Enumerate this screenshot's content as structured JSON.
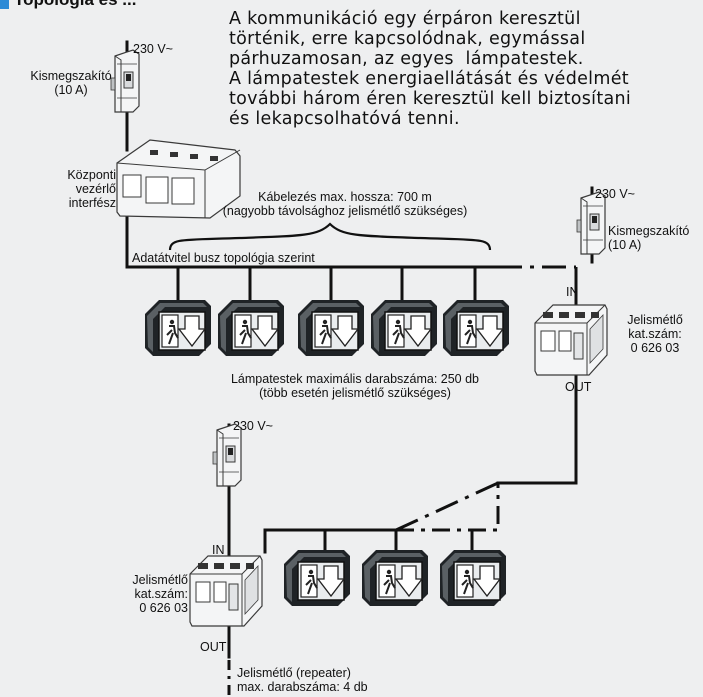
{
  "header": {
    "title_fragment": "Topológia és ..."
  },
  "description": [
    "A kommunikáció egy érpáron keresztül",
    "történik, erre kapcsolódnak, egymással",
    "párhuzamosan, az egyes  lámpatestek.",
    "A lámpatestek energiaellátását és védelmét",
    "további három éren keresztül kell biztosítani",
    "és lekapcsolhatóvá tenni."
  ],
  "labels": {
    "breaker_top_voltage": "230 V~",
    "breaker_top_name": [
      "Kismegszakító",
      "(10 A)"
    ],
    "central_interface": [
      "Központi",
      "vezérlő",
      "interfész"
    ],
    "cable_length": [
      "Kábelezés max. hossza: 700 m",
      "(nagyobb távolsághoz jelismétlő szükséges)"
    ],
    "bus_topology": "Adatátvitel busz topológia szerint",
    "breaker_right_voltage": "230 V~",
    "breaker_right_name": [
      "Kismegszakító",
      "(10 A)"
    ],
    "in_right": "IN",
    "repeater_right": [
      "Jelismétlő",
      "kat.szám:",
      "0 626 03"
    ],
    "out_right": "OUT",
    "luminaires_max": [
      "Lámpatestek maximális darabszáma: 250 db",
      "(több esetén jelismétlő szükséges)"
    ],
    "breaker_bottom_voltage": "230 V~",
    "in_bottom": "IN",
    "repeater_bottom": [
      "Jelismétlő",
      "kat.szám:",
      "0 626 03"
    ],
    "out_bottom": "OUT",
    "repeater_max": [
      "Jelismétlő (repeater)",
      "max. darabszáma: 4 db"
    ]
  },
  "colors": {
    "background": "#eeeff0",
    "line": "#111111",
    "device": "#f4f5f6",
    "device_edge": "#3a3a3a",
    "luminaire": "#1f2326",
    "accent": "#2c8ad6"
  },
  "icons": [
    "circuit-breaker-icon",
    "central-interface-icon",
    "emergency-exit-luminaire-icon",
    "repeater-icon"
  ]
}
